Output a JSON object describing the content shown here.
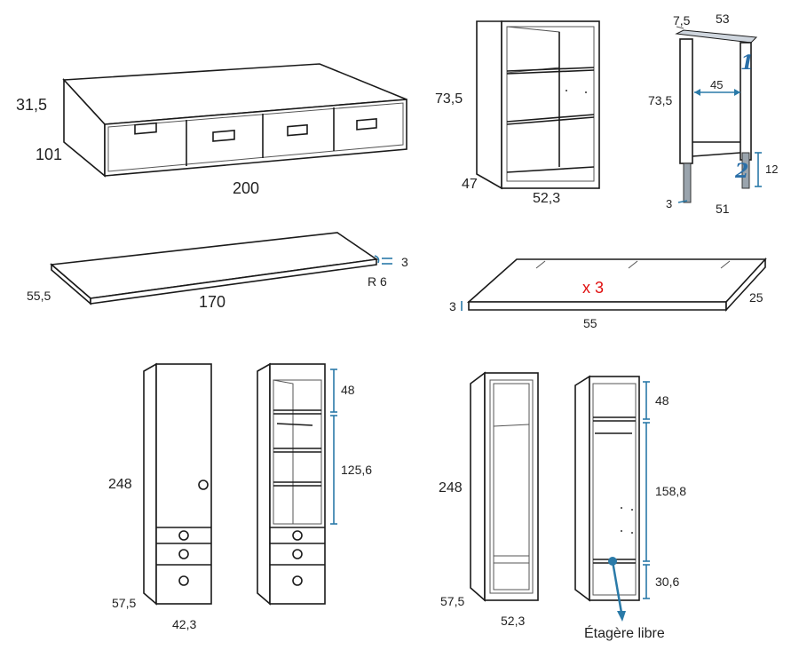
{
  "bed": {
    "height": "31,5",
    "depth": "101",
    "width": "200"
  },
  "shelf_unit": {
    "height": "73,5",
    "depth": "47",
    "width": "52,3"
  },
  "headboard": {
    "top_left": "7,5",
    "top_width": "53",
    "height": "73,5",
    "inner_width": "45",
    "leg_height": "12",
    "leg_width": "3",
    "bottom_width": "51",
    "marker_1": "1",
    "marker_2": "2"
  },
  "desk_top": {
    "depth": "55,5",
    "width": "170",
    "thickness": "3",
    "radius": "R 6"
  },
  "shelves": {
    "count": "x 3",
    "thickness": "3",
    "width": "55",
    "depth": "25"
  },
  "wardrobe_single": {
    "height": "248",
    "depth": "57,5",
    "width": "42,3",
    "top_section": "48",
    "mid_section": "125,6"
  },
  "wardrobe_glass": {
    "height": "248",
    "depth": "57,5",
    "width": "52,3",
    "top_section": "48",
    "mid_section": "158,8",
    "bottom_section": "30,6",
    "free_shelf_label": "Étagère libre"
  },
  "colors": {
    "accent_blue": "#2a7aa8",
    "count_red": "#e01010",
    "line": "#1a1a1a"
  }
}
